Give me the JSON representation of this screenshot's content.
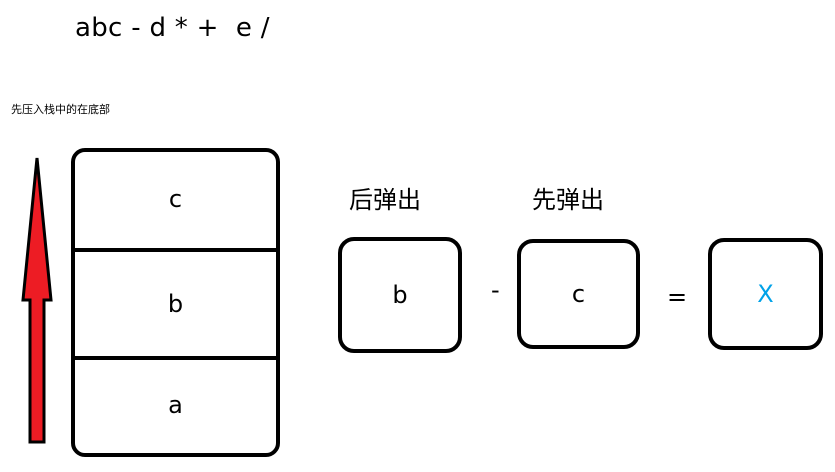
{
  "expression": "abc - d * +  e /",
  "note": "先压入栈中的在底部",
  "stack": {
    "cells": [
      "c",
      "b",
      "a"
    ],
    "arrow_color": "#ed1c24"
  },
  "operation": {
    "left_label": "后弹出",
    "right_label": "先弹出",
    "left_operand": "b",
    "operator": "-",
    "right_operand": "c",
    "equals": "=",
    "result": "X",
    "result_color": "#00a2e8"
  }
}
